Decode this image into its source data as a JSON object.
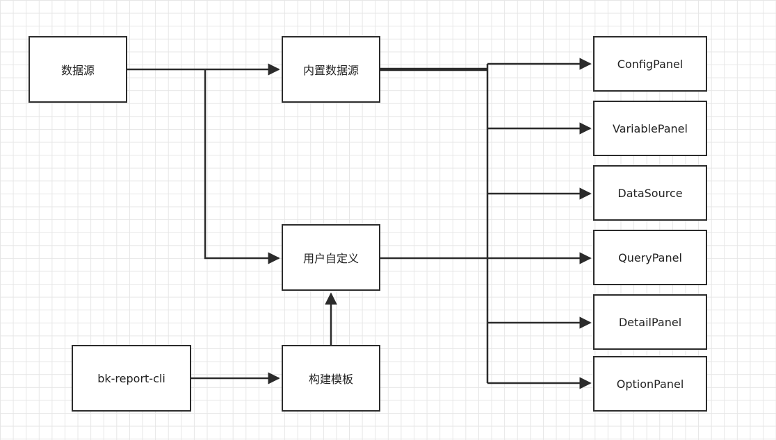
{
  "nodes": {
    "source": "数据源",
    "builtin": "内置数据源",
    "custom": "用户自定义",
    "template": "构建模板",
    "cli": "bk-report-cli",
    "config": "ConfigPanel",
    "variable": "VariablePanel",
    "datasource": "DataSource",
    "query": "QueryPanel",
    "detail": "DetailPanel",
    "option": "OptionPanel"
  },
  "edges": [
    {
      "from": "数据源",
      "to": "内置数据源"
    },
    {
      "from": "数据源",
      "to": "用户自定义"
    },
    {
      "from": "bk-report-cli",
      "to": "构建模板"
    },
    {
      "from": "构建模板",
      "to": "用户自定义"
    },
    {
      "from": "内置数据源",
      "to": "ConfigPanel"
    },
    {
      "from": "内置数据源",
      "to": "VariablePanel"
    },
    {
      "from": "内置数据源",
      "to": "DataSource"
    },
    {
      "from": "内置数据源",
      "to": "QueryPanel"
    },
    {
      "from": "内置数据源",
      "to": "DetailPanel"
    },
    {
      "from": "内置数据源",
      "to": "OptionPanel"
    },
    {
      "from": "用户自定义",
      "to": "QueryPanel"
    }
  ],
  "colors": {
    "stroke": "#2b2b2b",
    "grid": "#e6e6e6",
    "background": "#ffffff"
  }
}
